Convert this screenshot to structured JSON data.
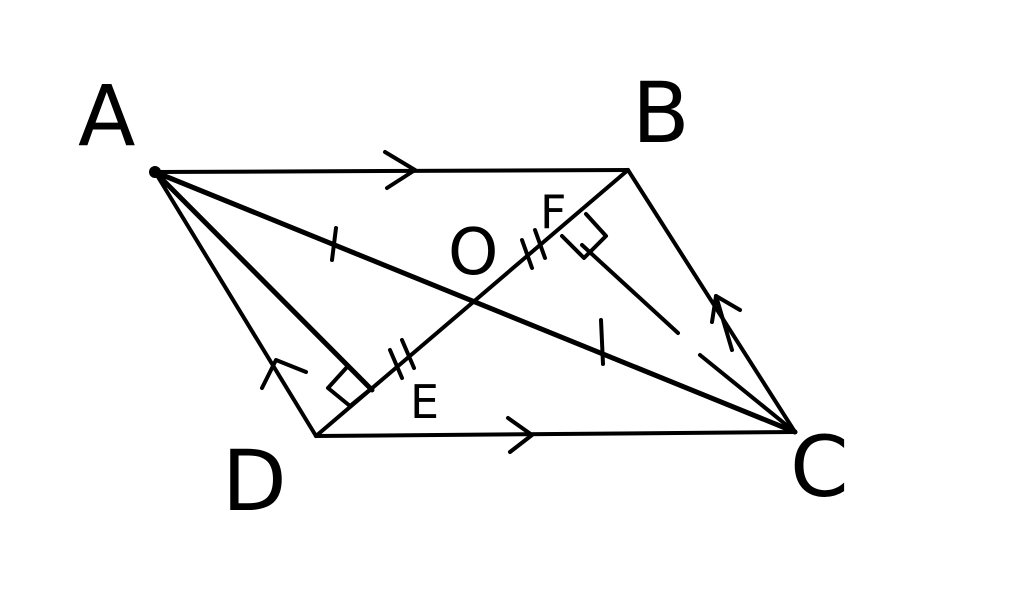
{
  "diagram": {
    "points": {
      "A": "A",
      "B": "B",
      "C": "C",
      "D": "D",
      "O": "O",
      "E": "E",
      "F": "F"
    },
    "tick_marks": {
      "AO": "|",
      "OC": "|",
      "EO": "||",
      "OF": "||"
    },
    "colors": {
      "stroke": "#000000",
      "background": "#ffffff"
    }
  }
}
